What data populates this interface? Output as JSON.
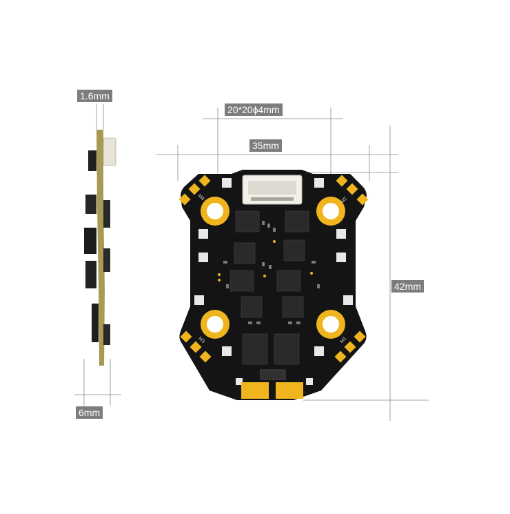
{
  "dimensions": {
    "thickness": "1.6mm",
    "height_side": "6mm",
    "mount_pattern": "20*20ϕ4mm",
    "width": "35mm",
    "length": "42mm"
  },
  "motor_labels": [
    "M4",
    "M2",
    "M3",
    "M1"
  ],
  "power_labels": {
    "negative": "-",
    "positive": "+"
  },
  "colors": {
    "board": "#141414",
    "pad_gold": "#f0b51e",
    "dimension_bg": "#7d7d7d",
    "side_pcb": "#a89a52"
  }
}
